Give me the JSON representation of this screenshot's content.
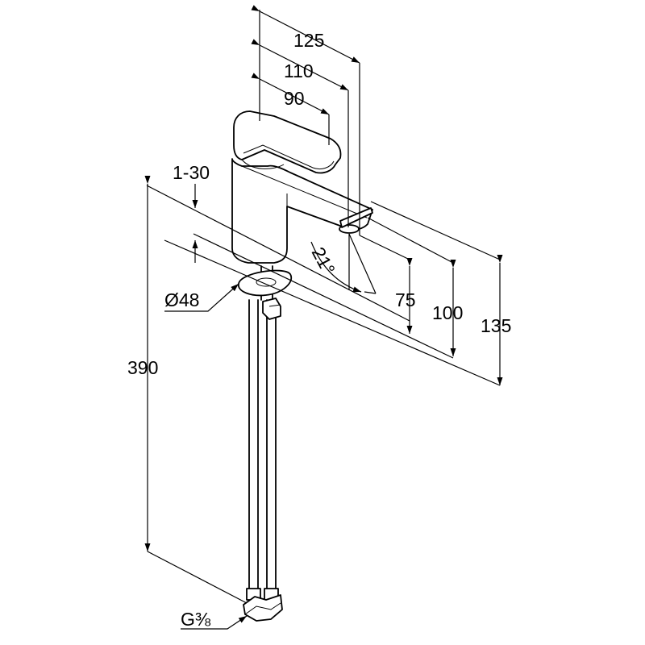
{
  "drawing": {
    "colors": {
      "line": "#000000",
      "background": "#ffffff"
    },
    "dimensions": {
      "d125": "125",
      "d110": "110",
      "d90": "90",
      "d1_30": "1-30",
      "d21": "21°",
      "d48": "Ø48",
      "d75": "75",
      "d100": "100",
      "d135": "135",
      "d390": "390",
      "thread": "G⅜"
    }
  }
}
